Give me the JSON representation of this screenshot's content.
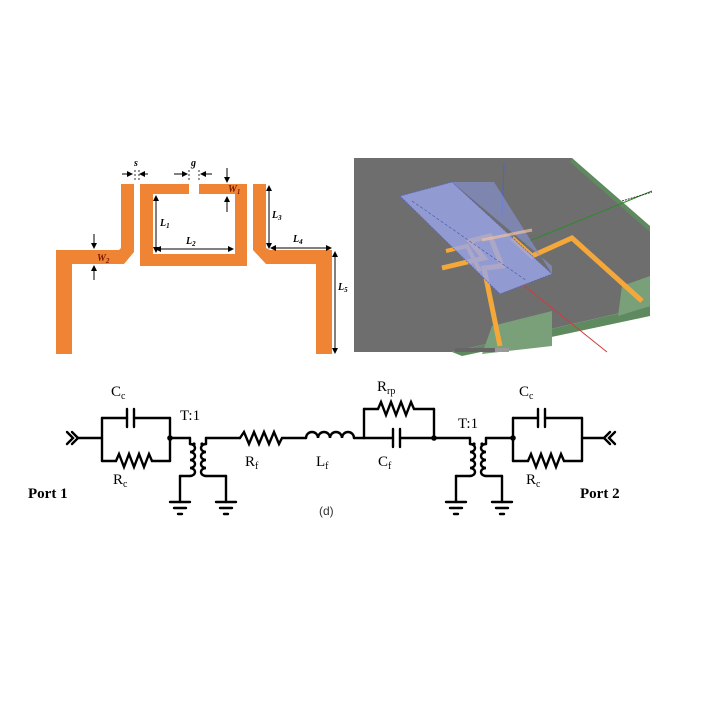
{
  "figure": {
    "panels": [
      {
        "id": "layout",
        "description": "2D resonator layout with dimension annotations"
      },
      {
        "id": "view3d",
        "description": "3D simulation view of resonator on substrate"
      },
      {
        "id": "circuit",
        "description": "Equivalent circuit model"
      }
    ]
  },
  "layout": {
    "colors": {
      "trace": "#ee8434",
      "dim_arrow": "#000000"
    },
    "dimensions": {
      "s": "s",
      "g": "g",
      "w1_main": "W",
      "w1_sub": "1",
      "w2_main": "W",
      "w2_sub": "2",
      "l1_main": "L",
      "l1_sub": "1",
      "l2_main": "L",
      "l2_sub": "2",
      "l3_main": "L",
      "l3_sub": "3",
      "l4_main": "L",
      "l4_sub": "4",
      "l5_main": "L",
      "l5_sub": "5"
    }
  },
  "view3d": {
    "colors": {
      "substrate": "#6b6b6b",
      "substrate_edge": "#5f8a5f",
      "trace": "#f4a83a",
      "box": "#9aa6ea",
      "axis_red": "#d23b3b",
      "axis_green": "#2f8a2f",
      "axis_blue": "#4a63c8"
    }
  },
  "circuit": {
    "caption": "(d)",
    "port1": "Port 1",
    "port2": "Port 2",
    "left_coupling": {
      "cap_main": "C",
      "cap_sub": "c",
      "res_main": "R",
      "res_sub": "c"
    },
    "left_transformer": "T:1",
    "series_resistor": {
      "main": "R",
      "sub": "f"
    },
    "series_inductor": {
      "main": "L",
      "sub": "f"
    },
    "parallel_resistor": {
      "main": "R",
      "sub": "rp"
    },
    "parallel_capacitor": {
      "main": "C",
      "sub": "f"
    },
    "right_transformer": "T:1",
    "right_coupling": {
      "cap_main": "C",
      "cap_sub": "c",
      "res_main": "R",
      "res_sub": "c"
    }
  }
}
